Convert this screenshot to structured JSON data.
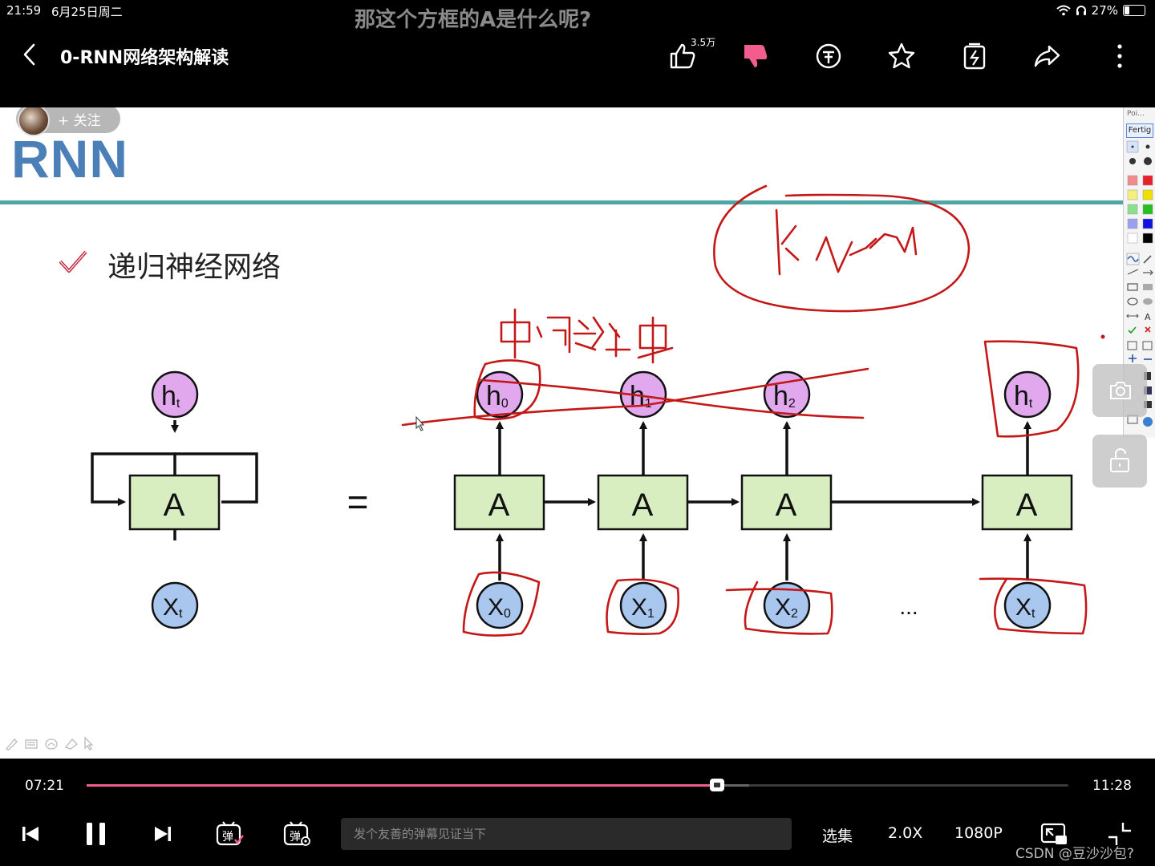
{
  "status_bar": {
    "time": "21:59",
    "date": "6月25日周二",
    "danmaku_overlay": "那这个方框的A是什么呢?",
    "battery": "27%",
    "battery_level": 0.27
  },
  "header": {
    "title": "0-RNN网络架构解读",
    "like_count": "3.5万"
  },
  "slide": {
    "follow_label": "+ 关注",
    "title": "RNN",
    "bullet": "递归神经网络",
    "cell_label": "A",
    "equals": "=",
    "ellipsis": "...",
    "folded": {
      "h": "h",
      "h_sub": "t",
      "x": "X",
      "x_sub": "t"
    },
    "outputs": [
      {
        "base": "h",
        "sub": "0"
      },
      {
        "base": "h",
        "sub": "1"
      },
      {
        "base": "h",
        "sub": "2"
      },
      {
        "base": "h",
        "sub": "t"
      }
    ],
    "inputs": [
      {
        "base": "X",
        "sub": "0"
      },
      {
        "base": "X",
        "sub": "1"
      },
      {
        "base": "X",
        "sub": "2"
      },
      {
        "base": "X",
        "sub": "t"
      }
    ],
    "annotations": {
      "handwritten_rnn": "RNN",
      "handwritten_middle": "中间结果"
    }
  },
  "pen_toolbar": {
    "header": "Poi...",
    "done_label": "Fertig",
    "swatches": [
      "#f28b8b",
      "#e8202a",
      "#f5f07a",
      "#f0e000",
      "#8be08b",
      "#22c022",
      "#9aa0f0",
      "#1010e0",
      "#ffffff",
      "#000000"
    ]
  },
  "controls": {
    "current_time": "07:21",
    "total_time": "11:28",
    "progress": 0.6419,
    "buffered": 0.675,
    "danmaku_placeholder": "发个友善的弹幕见证当下",
    "episodes_label": "选集",
    "speed_label": "2.0X",
    "quality_label": "1080P",
    "danmaku_icon_text": "弹",
    "watermark": "CSDN @豆沙沙包?"
  },
  "colors": {
    "accent_pink": "#f25d8e",
    "slide_title_blue": "#4a7fb8",
    "rule_teal": "#4fa6a6",
    "cell_green": "#d8eec0",
    "output_purple": "#e2a8ee",
    "input_blue": "#a8c6ee",
    "ink_red": "#c41818"
  }
}
